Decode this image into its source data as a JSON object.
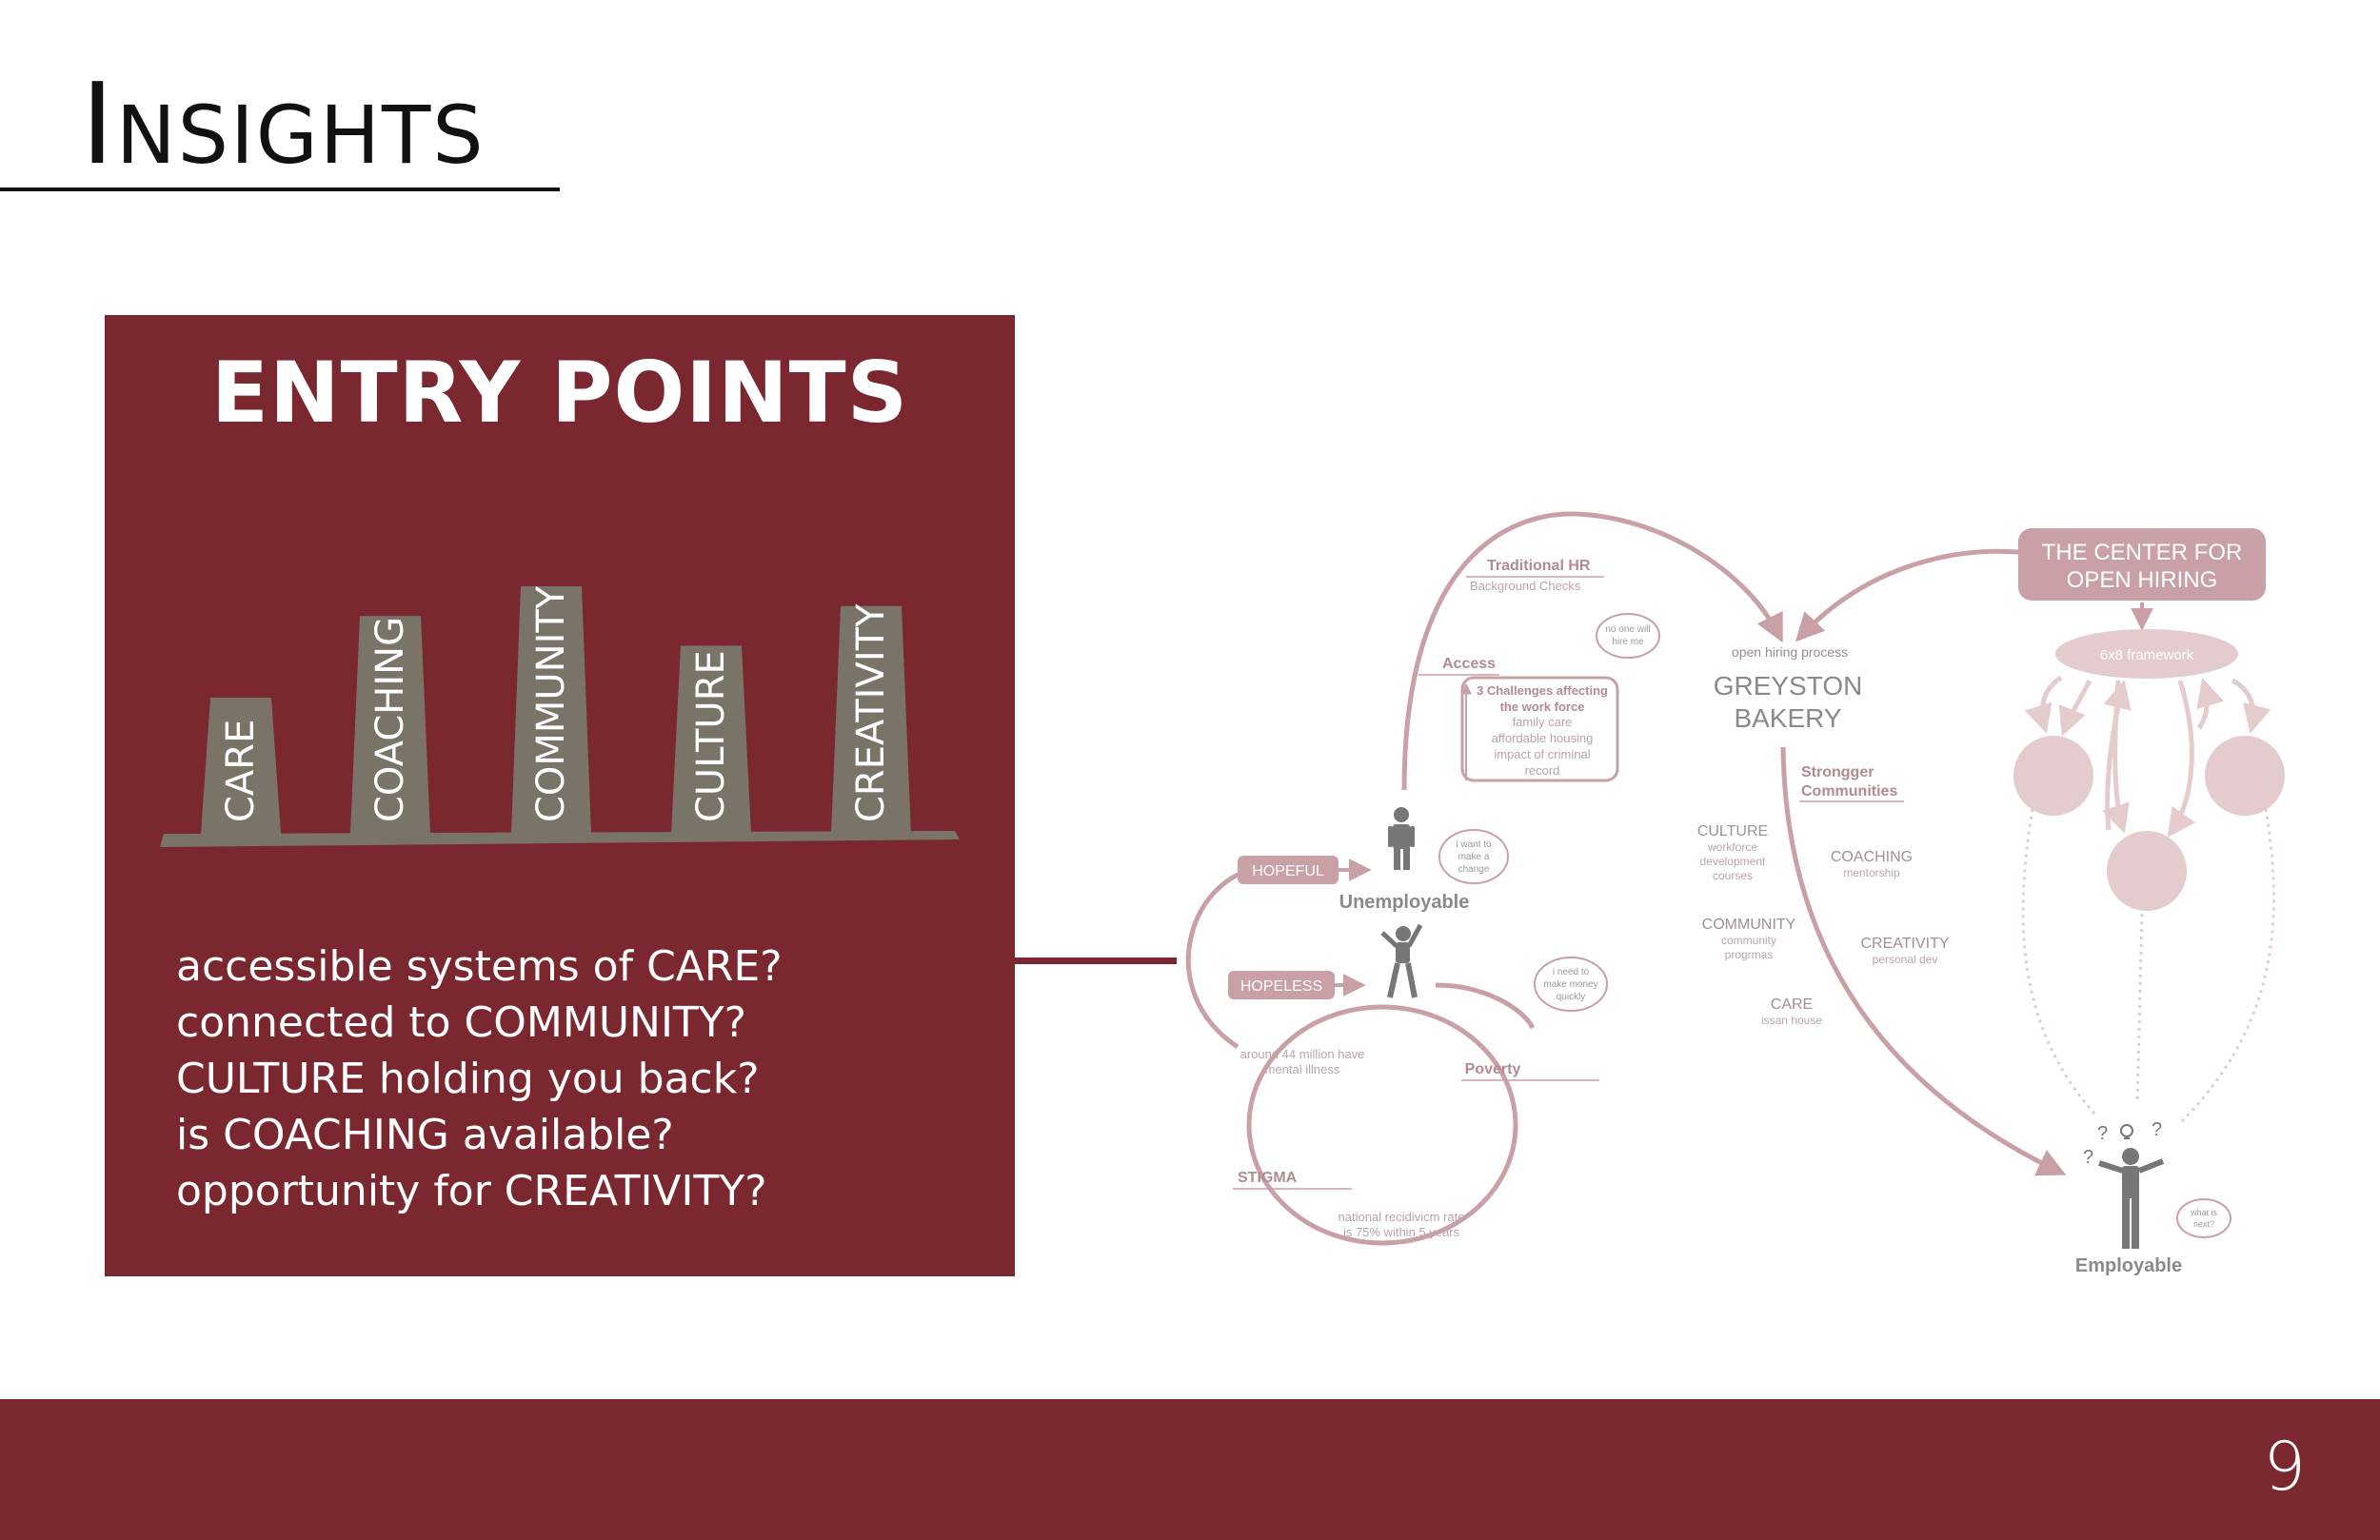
{
  "header": {
    "title_first": "I",
    "title_rest": "NSIGHTS"
  },
  "entry_points": {
    "title": "ENTRY POINTS",
    "bars": [
      "CARE",
      "COACHING",
      "COMMUNITY",
      "CULTURE",
      "CREATIVITY"
    ],
    "bar_levels": [
      0.55,
      0.88,
      1.0,
      0.76,
      0.92
    ],
    "questions": [
      "accessible systems of CARE?",
      "connected to COMMUNITY?",
      "CULTURE holding you back?",
      "is COACHING available?",
      "opportunity for CREATIVITY?"
    ]
  },
  "diagram": {
    "traditional_hr": "Traditional HR",
    "background_checks": "Background Checks",
    "access": "Access",
    "challenges_title_1": "3 Challenges affecting",
    "challenges_title_2": "the work force",
    "challenges_items": [
      "family care",
      "affordable housing",
      "impact of criminal",
      "record"
    ],
    "cloud_no_one_1": "no one will",
    "cloud_no_one_2": "hire me",
    "open_hiring_process": "open hiring process",
    "greyston_1": "GREYSTON",
    "greyston_2": "BAKERY",
    "center_1": "THE CENTER FOR",
    "center_2": "OPEN HIRING",
    "framework": "6x8 framework",
    "stronger_1": "Strongger",
    "stronger_2": "Communities",
    "culture": "CULTURE",
    "culture_sub": [
      "workforce",
      "development",
      "courses"
    ],
    "coaching": "COACHING",
    "coaching_sub": "mentorship",
    "community": "COMMUNITY",
    "community_sub": [
      "community",
      "progrmas"
    ],
    "creativity": "CREATIVITY",
    "creativity_sub": "personal dev",
    "care": "CARE",
    "care_sub": "issan house",
    "hopeful": "HOPEFUL",
    "hopeless": "HOPELESS",
    "unemployable": "Unemployable",
    "cloud_change": [
      "i want to",
      "make a",
      "change"
    ],
    "cloud_money": [
      "i need to",
      "make money",
      "quickly"
    ],
    "mental_1": "around 44 million have",
    "mental_2": "mental illness",
    "poverty": "Poverty",
    "stigma": "STIGMA",
    "recidivism_1": "national recidivicm rate",
    "recidivism_2": "is 75% within 5 years",
    "employable": "Employable",
    "cloud_next": [
      "what is",
      "next?"
    ],
    "question_mark": "?"
  },
  "footer": {
    "page_number": "9"
  },
  "colors": {
    "maroon": "#7a2730",
    "bar_gray": "#7a7468",
    "pink": "#c9a0a6",
    "pink_light": "#e4cbce",
    "text_gray": "#8a8a8a"
  }
}
